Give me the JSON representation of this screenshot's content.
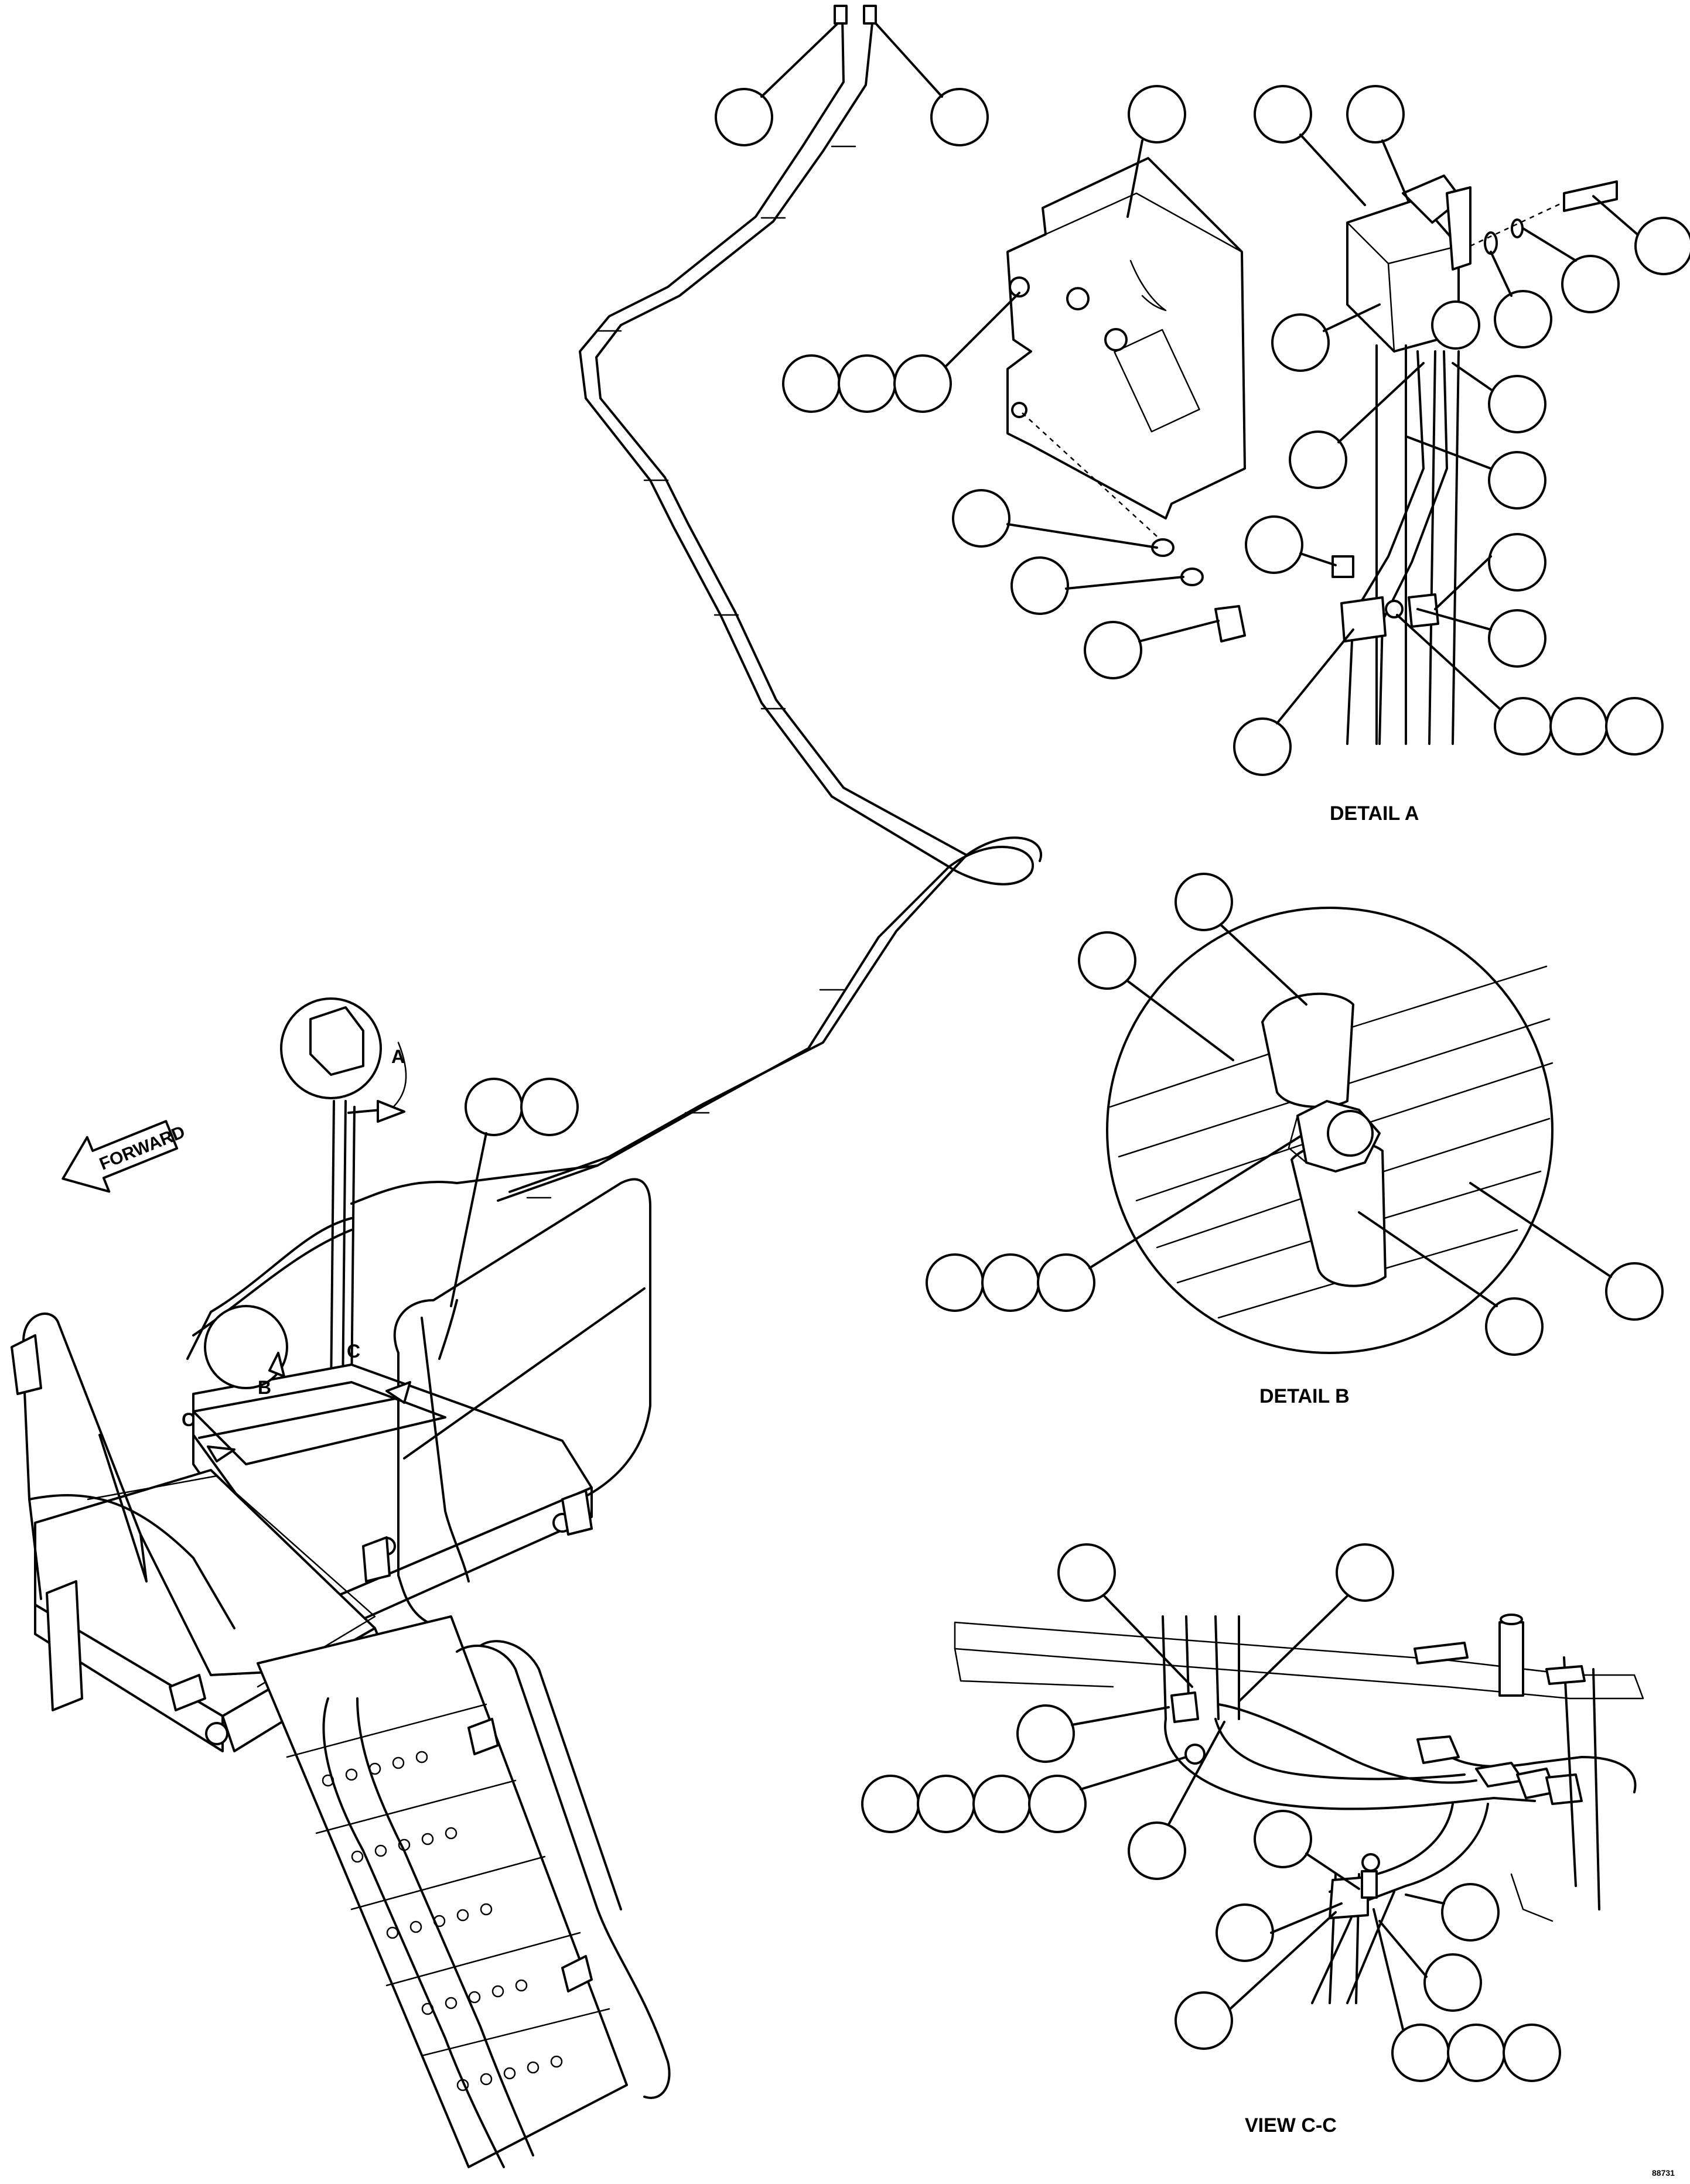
{
  "labels": {
    "detail_a": "DETAIL A",
    "detail_b": "DETAIL B",
    "view_cc": "VIEW C-C",
    "forward": "FORWARD",
    "ref_a": "A",
    "ref_b": "B",
    "ref_c1": "C",
    "ref_c2": "C",
    "drawing_id": "88731"
  },
  "colors": {
    "ink": "#000000",
    "paper": "#ffffff"
  }
}
